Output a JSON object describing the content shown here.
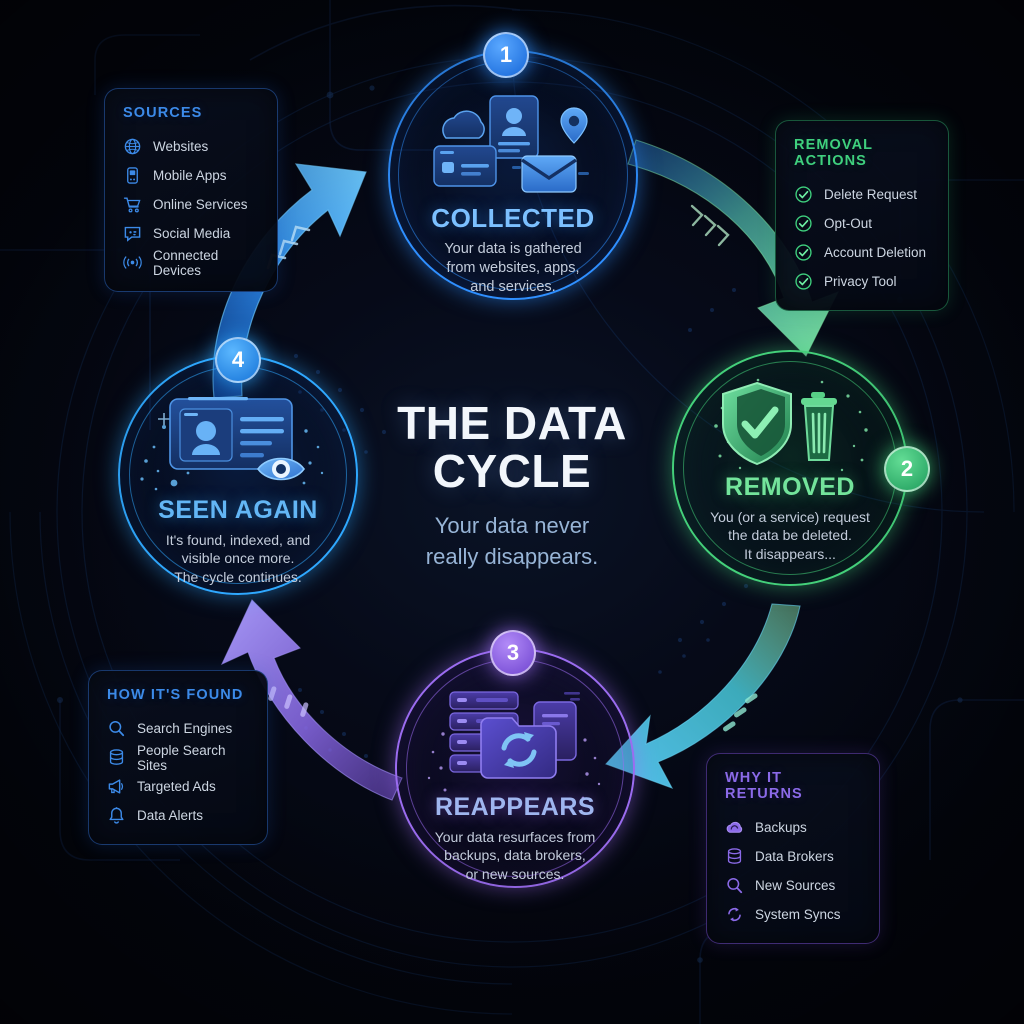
{
  "theme": {
    "background": "#04060f",
    "accent_blue": "#2f8fff",
    "accent_green": "#44d07a",
    "accent_purple": "#9b6cf0",
    "accent_cyan": "#3fc4f0"
  },
  "center": {
    "title_line1": "THE DATA",
    "title_line2": "CYCLE",
    "subtitle_line1": "Your data never",
    "subtitle_line2": "really disappears."
  },
  "chart_data": {
    "type": "diagram",
    "title": "THE DATA CYCLE",
    "subtitle": "Your data never really disappears.",
    "layout": "four-stage clockwise cycle with curved arrows",
    "stages": [
      {
        "number": "1",
        "label": "COLLECTED",
        "description": "Your data is gathered from websites, apps, and services.",
        "color": "#2f8fff",
        "position": "top"
      },
      {
        "number": "2",
        "label": "REMOVED",
        "description": "You (or a service) request the data be deleted. It disappears...",
        "color": "#44d07a",
        "position": "right"
      },
      {
        "number": "3",
        "label": "REAPPEARS",
        "description": "Your data resurfaces from backups, data brokers, or new sources.",
        "color": "#9b6cf0",
        "position": "bottom"
      },
      {
        "number": "4",
        "label": "SEEN AGAIN",
        "description": "It's found, indexed, and visible once more. The cycle continues.",
        "color": "#2fa8ff",
        "position": "left"
      }
    ],
    "arrows": [
      {
        "from": "1",
        "to": "2",
        "color_start": "#2f8fff",
        "color_end": "#6ee79c"
      },
      {
        "from": "2",
        "to": "3",
        "color_start": "#6ee79c",
        "color_end": "#4ec3f0"
      },
      {
        "from": "3",
        "to": "4",
        "color_start": "#9b6cf0",
        "color_end": "#8f84f5"
      },
      {
        "from": "4",
        "to": "1",
        "color_start": "#1f6fe0",
        "color_end": "#56c0ff"
      }
    ]
  },
  "nodes": {
    "collected": {
      "number": "1",
      "title": "COLLECTED",
      "desc_lines": [
        "Your data is gathered",
        "from websites, apps,",
        "and services."
      ],
      "icons": [
        "cloud-icon",
        "id-card-icon",
        "location-pin-icon",
        "payment-card-icon",
        "envelope-icon"
      ]
    },
    "removed": {
      "number": "2",
      "title": "REMOVED",
      "desc_lines": [
        "You (or a service) request",
        "the data be deleted.",
        "It disappears..."
      ],
      "icons": [
        "shield-check-icon",
        "trash-bin-icon"
      ]
    },
    "reappears": {
      "number": "3",
      "title": "REAPPEARS",
      "desc_lines": [
        "Your data resurfaces from",
        "backups, data brokers,",
        "or new sources."
      ],
      "icons": [
        "server-stack-icon",
        "sync-folder-icon",
        "document-icon"
      ]
    },
    "seen_again": {
      "number": "4",
      "title": "SEEN AGAIN",
      "desc_lines": [
        "It's found, indexed, and",
        "visible once more.",
        "The cycle continues."
      ],
      "icons": [
        "profile-record-icon",
        "eye-icon"
      ]
    }
  },
  "panels": {
    "sources": {
      "heading": "SOURCES",
      "items": [
        {
          "label": "Websites",
          "icon": "globe-icon"
        },
        {
          "label": "Mobile Apps",
          "icon": "mobile-phone-icon"
        },
        {
          "label": "Online Services",
          "icon": "shopping-cart-icon"
        },
        {
          "label": "Social Media",
          "icon": "chat-bubble-icon"
        },
        {
          "label": "Connected Devices",
          "icon": "wifi-broadcast-icon"
        }
      ]
    },
    "removal_actions": {
      "heading": "REMOVAL ACTIONS",
      "items": [
        {
          "label": "Delete Request",
          "icon": "check-circle-icon"
        },
        {
          "label": "Opt-Out",
          "icon": "check-circle-icon"
        },
        {
          "label": "Account Deletion",
          "icon": "check-circle-icon"
        },
        {
          "label": "Privacy Tool",
          "icon": "check-circle-icon"
        }
      ]
    },
    "how_its_found": {
      "heading": "HOW IT'S FOUND",
      "items": [
        {
          "label": "Search Engines",
          "icon": "magnifier-icon"
        },
        {
          "label": "People Search Sites",
          "icon": "database-icon"
        },
        {
          "label": "Targeted Ads",
          "icon": "megaphone-icon"
        },
        {
          "label": "Data Alerts",
          "icon": "bell-icon"
        }
      ]
    },
    "why_it_returns": {
      "heading": "WHY IT RETURNS",
      "items": [
        {
          "label": "Backups",
          "icon": "cloud-icon"
        },
        {
          "label": "Data Brokers",
          "icon": "database-icon"
        },
        {
          "label": "New Sources",
          "icon": "magnifier-icon"
        },
        {
          "label": "System Syncs",
          "icon": "sync-icon"
        }
      ]
    }
  }
}
